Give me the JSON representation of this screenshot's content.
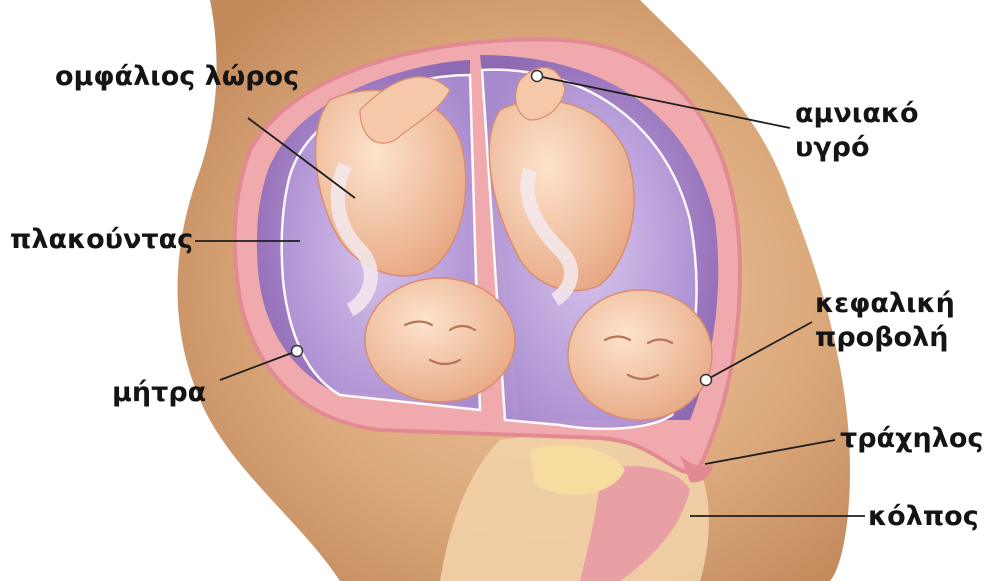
{
  "labels": {
    "umbilical_cord": "ομφάλιος λώρος",
    "amniotic_fluid_line1": "αμνιακό",
    "amniotic_fluid_line2": "υγρό",
    "placenta": "πλακούντας",
    "cephalic_line1": "κεφαλική",
    "cephalic_line2": "προβολή",
    "uterus": "μήτρα",
    "cervix": "τράχηλος",
    "vagina": "κόλπος"
  },
  "colors": {
    "skin_body": "#d9a273",
    "uterus_wall": "#f0a9ad",
    "amniotic_sac": "#b9a1d9",
    "placenta": "#a07fc0",
    "fetus_skin": "#f2c4a1",
    "label_text": "#141414",
    "leader_line": "#1e1e1e"
  }
}
